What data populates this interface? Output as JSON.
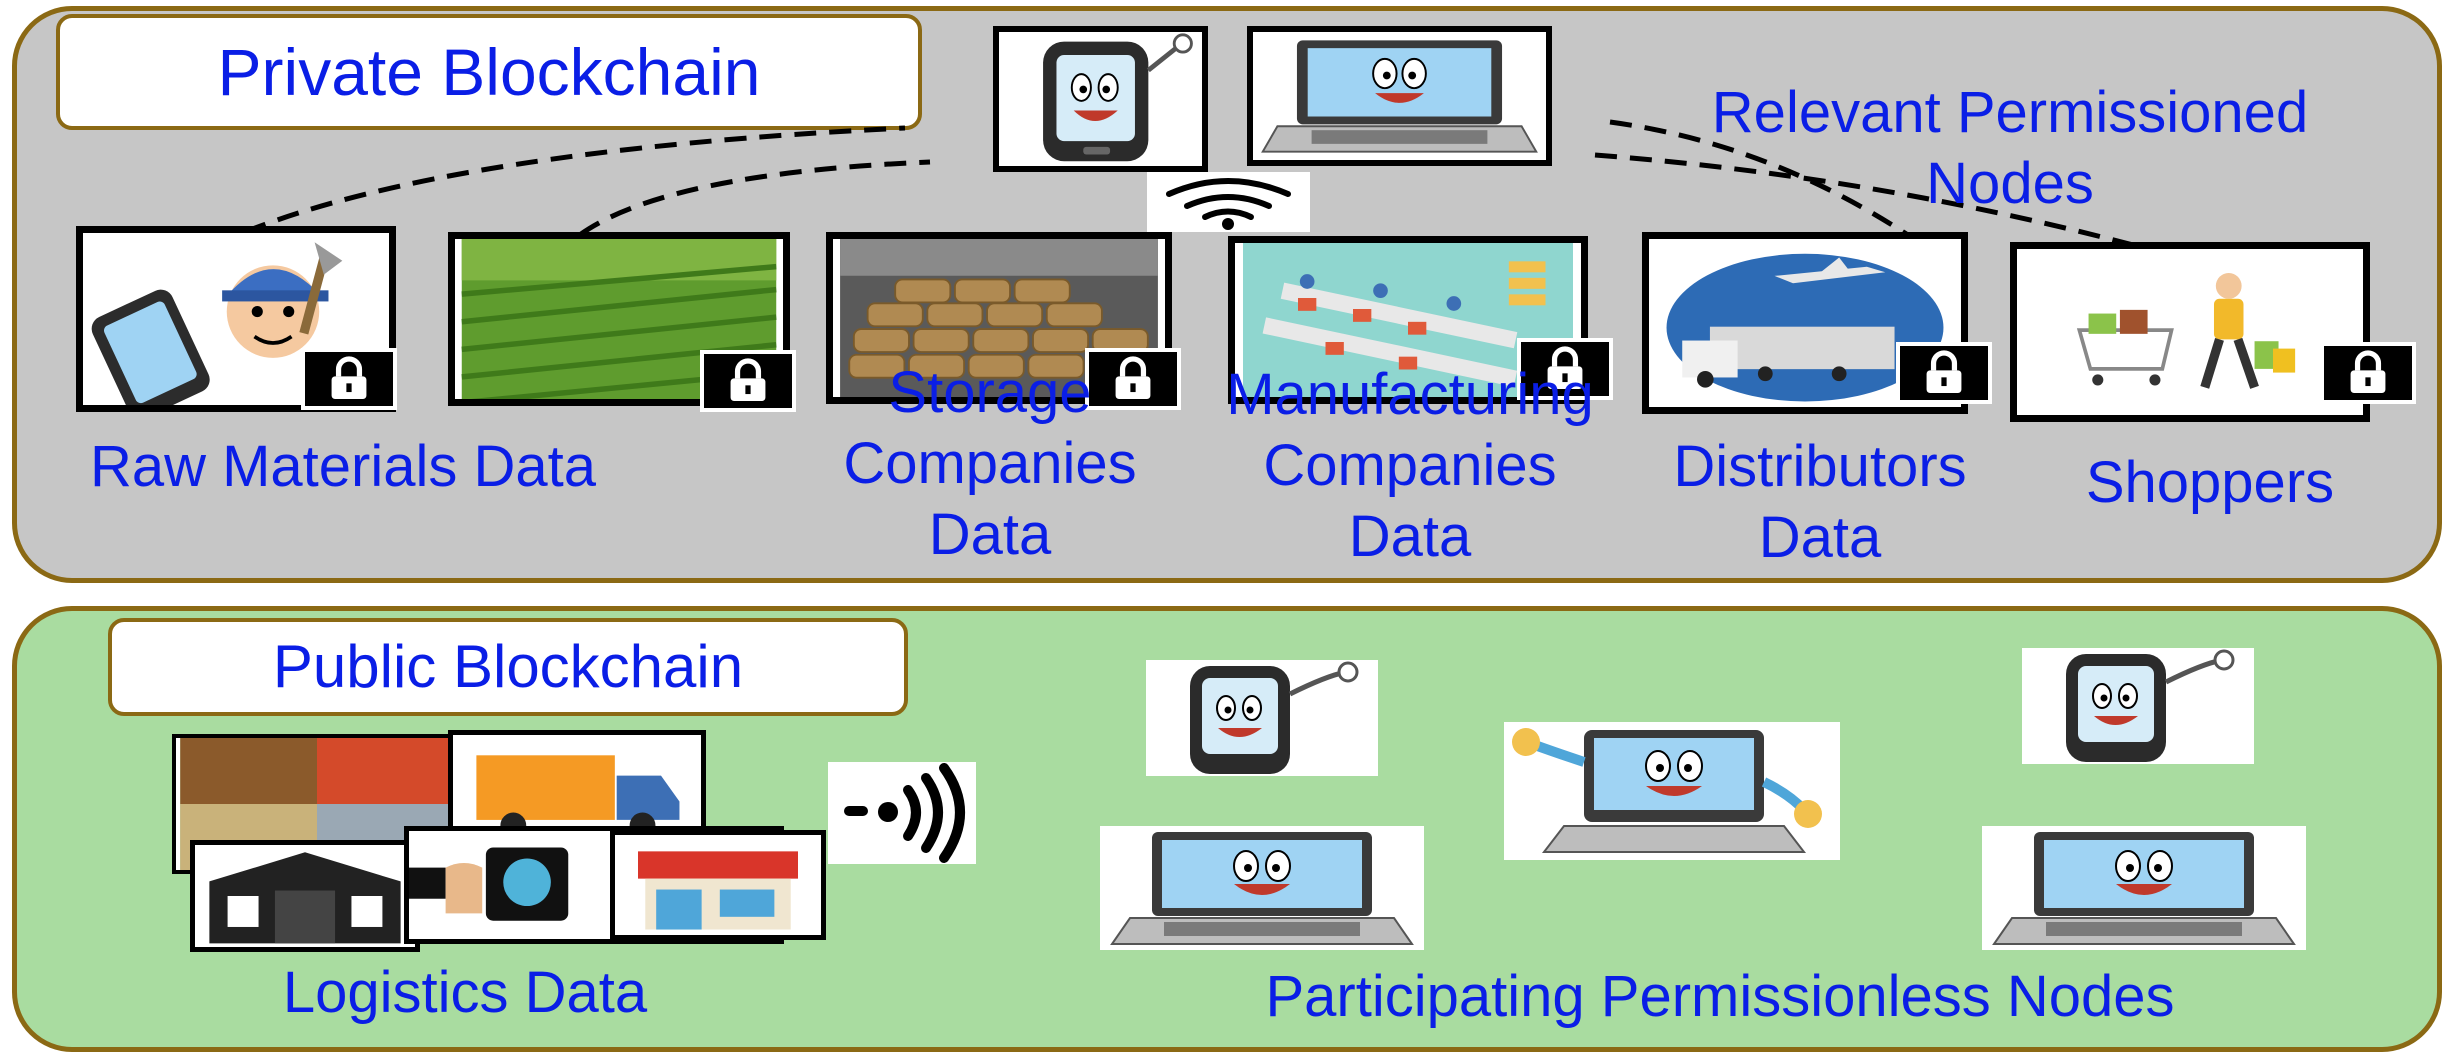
{
  "private_chain": {
    "title": "Private Blockchain",
    "nodes_label": "Relevant Permissioned\nNodes",
    "labels": {
      "raw_materials": "Raw Materials Data",
      "storage": "Storage\nCompanies\nData",
      "manufacturing": "Manufacturing\nCompanies\nData",
      "distributors": "Distributors\nData",
      "shoppers": "Shoppers"
    }
  },
  "public_chain": {
    "title": "Public Blockchain",
    "logistics_label": "Logistics Data",
    "nodes_label": "Participating Permissionless Nodes"
  },
  "colors": {
    "text_blue": "#0a1ee6",
    "private_bg": "#c6c6c6",
    "public_bg": "#a9dca0",
    "border_gold": "#8b6914"
  },
  "icons": [
    "phone-mascot-icon",
    "laptop-mascot-icon",
    "desktop-mascot-icon",
    "wifi-icon",
    "nfc-signal-icon",
    "padlock-icon"
  ]
}
